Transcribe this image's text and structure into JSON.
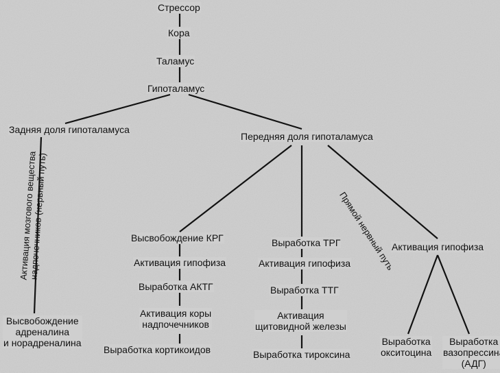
{
  "top_chain": [
    "Стрессор",
    "Кора",
    "Таламус",
    "Гипоталамус"
  ],
  "posterior": "Задняя доля гипоталамуса",
  "anterior": "Передняя доля гипоталамуса",
  "left_branch_label_line1": "Активация мозгового вещества",
  "left_branch_label_line2": "надпочечников (нервный путь)",
  "left_result_line1": "Высвобождение",
  "left_result_line2": "адреналина",
  "left_result_line3": "и норадреналина",
  "crg_chain": [
    "Высвобождение КРГ",
    "Активация гипофиза",
    "Выработка АКТГ"
  ],
  "crg_cortex_line1": "Активация коры",
  "crg_cortex_line2": "надпочечников",
  "crg_final": "Выработка кортикоидов",
  "trg_chain": [
    "Выработка ТРГ",
    "Активация гипофиза",
    "Выработка ТТГ"
  ],
  "trg_thyroid_line1": "Активация",
  "trg_thyroid_line2": "щитовидной железы",
  "trg_final": "Выработка тироксина",
  "direct_path_label": "Прямой нервный путь",
  "pituitary": "Активация гипофиза",
  "oxytocin_line1": "Выработка",
  "oxytocin_line2": "окситоцина",
  "vaso_line1": "Выработка",
  "vaso_line2": "вазопрессина",
  "vaso_line3": "(АДГ)"
}
